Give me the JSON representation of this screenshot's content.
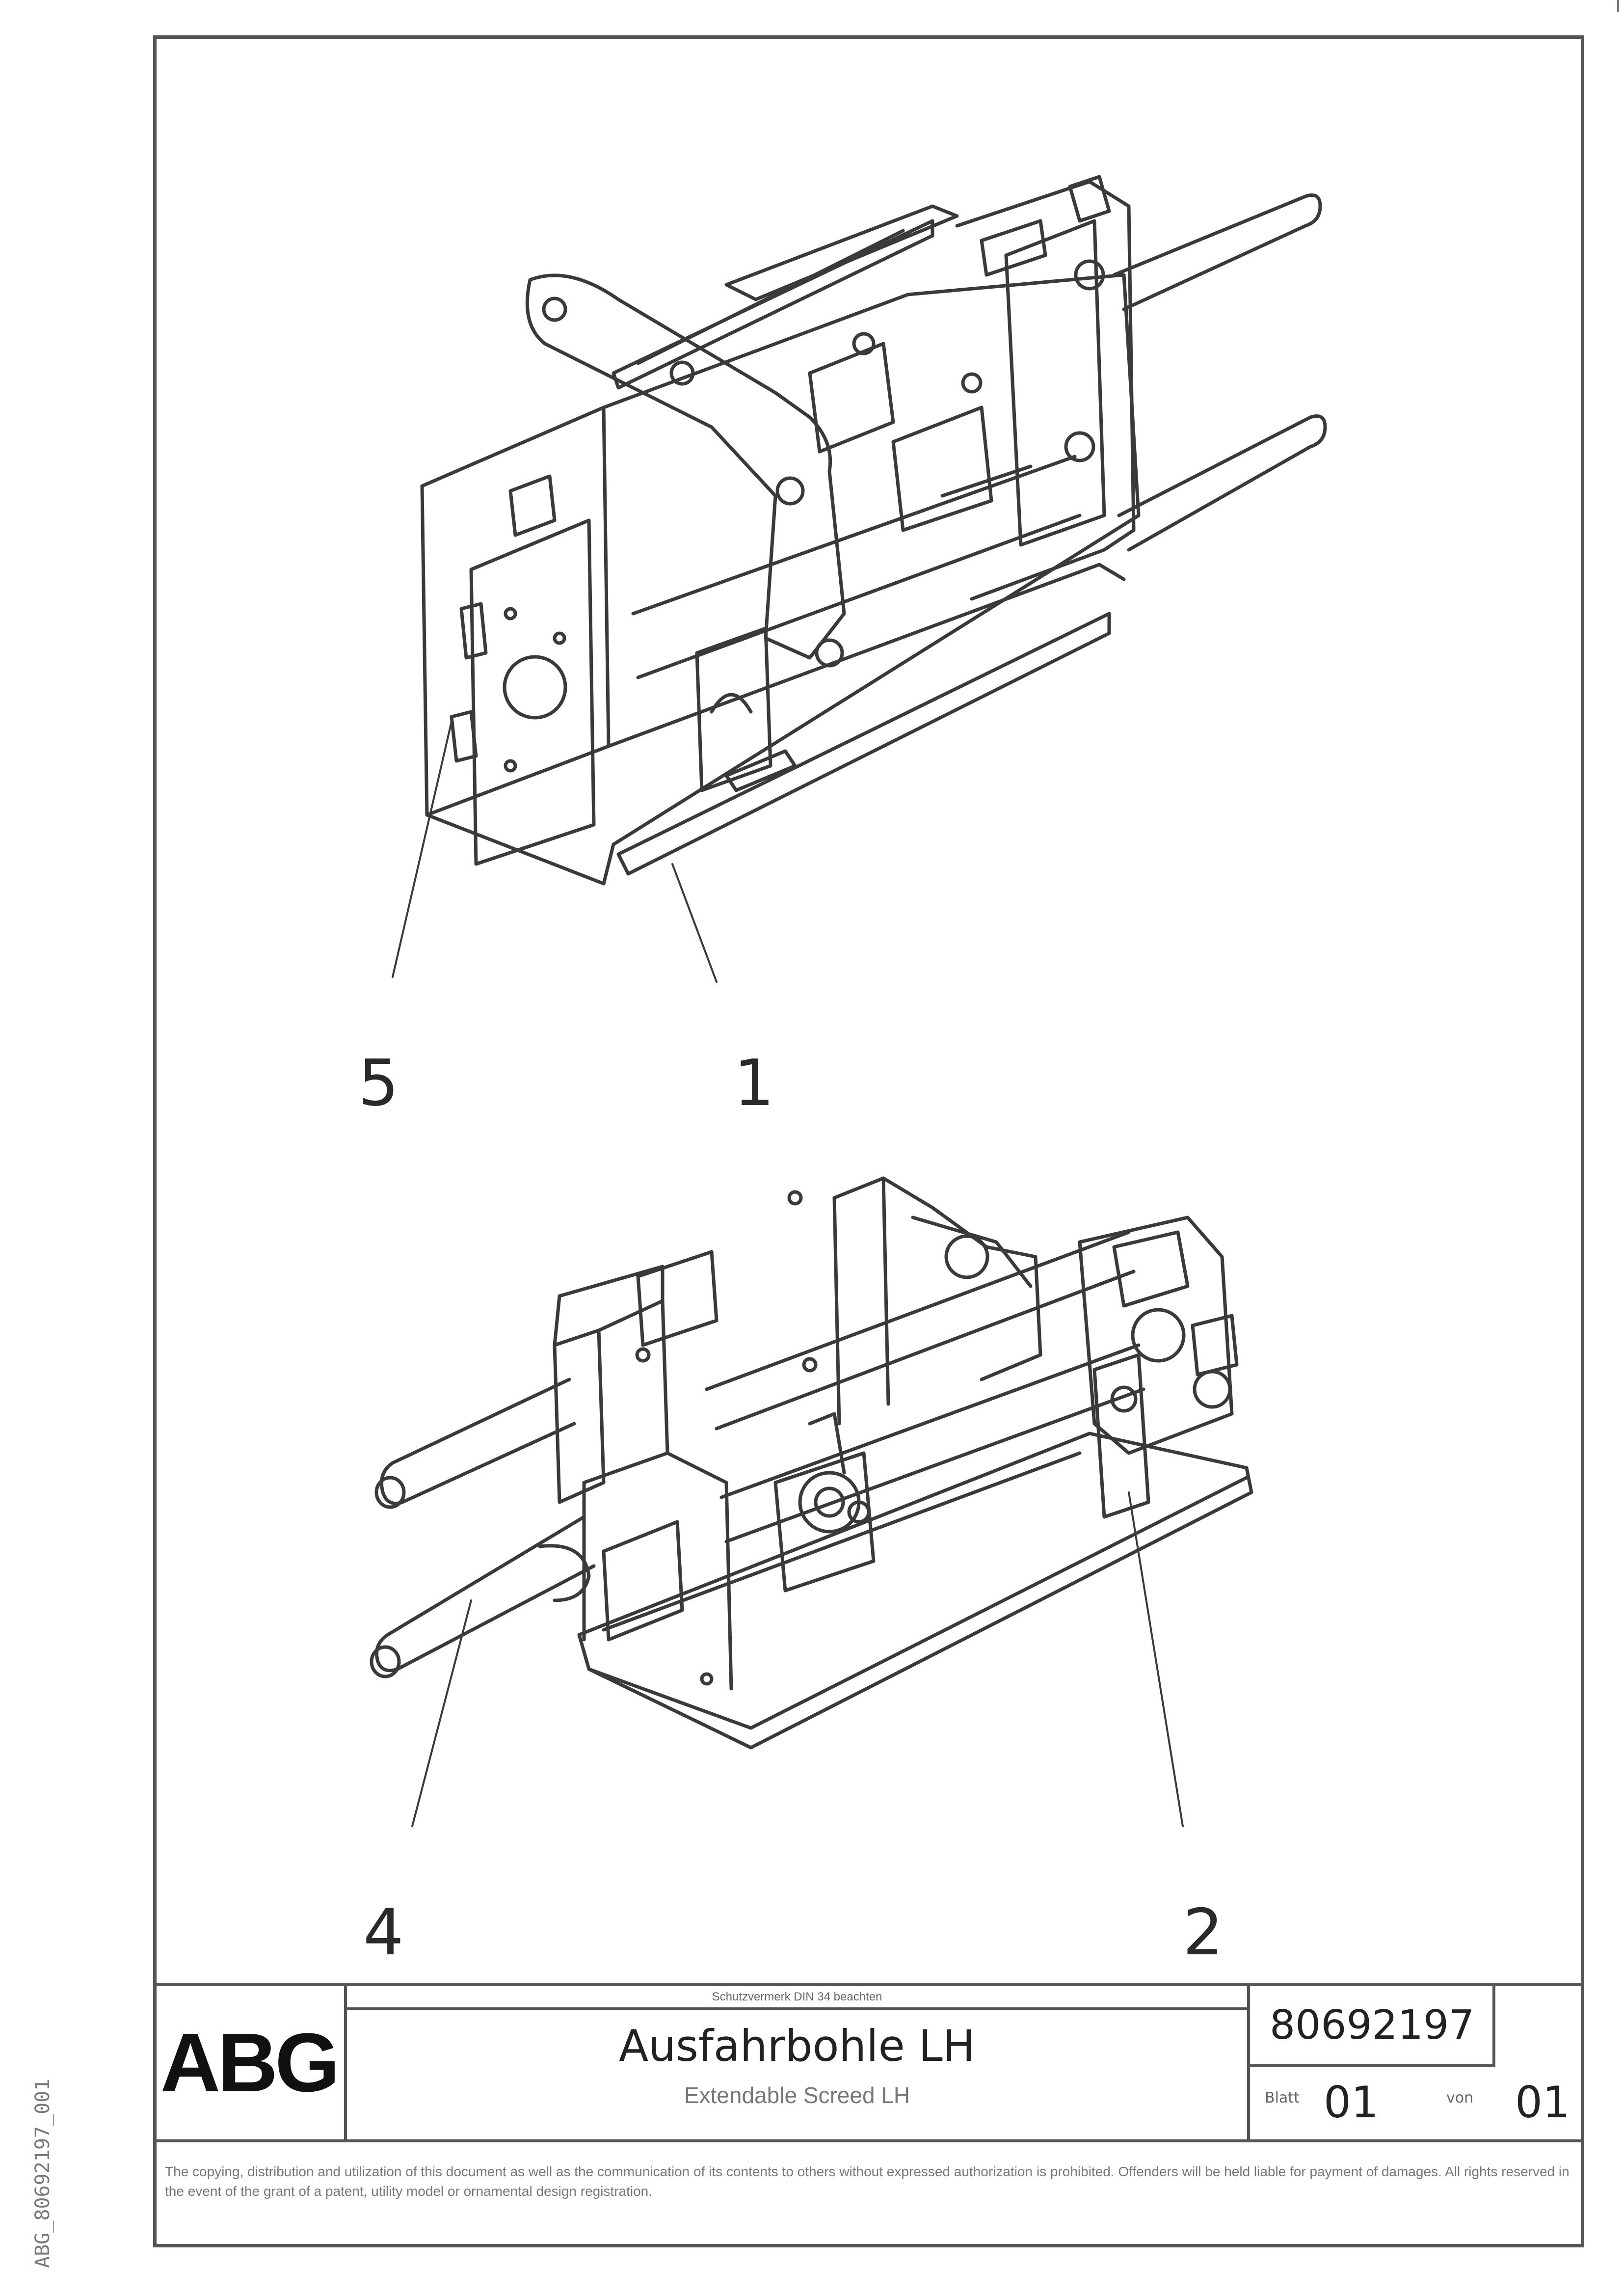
{
  "drawing": {
    "callouts": [
      "5",
      "1",
      "4",
      "2"
    ]
  },
  "titleblock": {
    "logo": "ABG",
    "copyright_header": "Schutzvermerk DIN 34 beachten",
    "title": "Ausfahrbohle LH",
    "subtitle": "Extendable Screed LH",
    "drawing_number": "80692197",
    "sheet_label": "Blatt",
    "sheet_value": "01",
    "of_label": "von",
    "of_value": "01",
    "notice": "The copying, distribution and utilization of this document as well as the communication of its contents to others without expressed authorization is prohibited. Offenders will be held liable for payment of damages. All rights reserved in the event of the grant of a patent, utility model or ornamental design registration."
  },
  "side_code": "ABG_80692197_001"
}
